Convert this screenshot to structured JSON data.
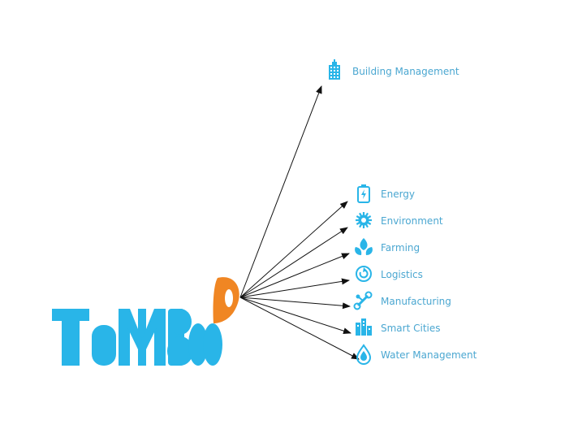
{
  "brand": {
    "name": "TEMBOO",
    "color": "#29b5e8",
    "pin_color": "#f08623"
  },
  "hub": {
    "name": "temboo-pin-icon"
  },
  "edge_color": "#111111",
  "label_color": "#4ba7d1",
  "icon_color": "#29b5e8",
  "nodes": [
    {
      "label": "Building Management",
      "icon": "building-icon"
    },
    {
      "label": "Energy",
      "icon": "battery-icon"
    },
    {
      "label": "Environment",
      "icon": "sun-gear-icon"
    },
    {
      "label": "Farming",
      "icon": "leaves-icon"
    },
    {
      "label": "Logistics",
      "icon": "cycle-icon"
    },
    {
      "label": "Manufacturing",
      "icon": "wrench-icon"
    },
    {
      "label": "Smart Cities",
      "icon": "city-icon"
    },
    {
      "label": "Water Management",
      "icon": "water-drop-icon"
    }
  ]
}
